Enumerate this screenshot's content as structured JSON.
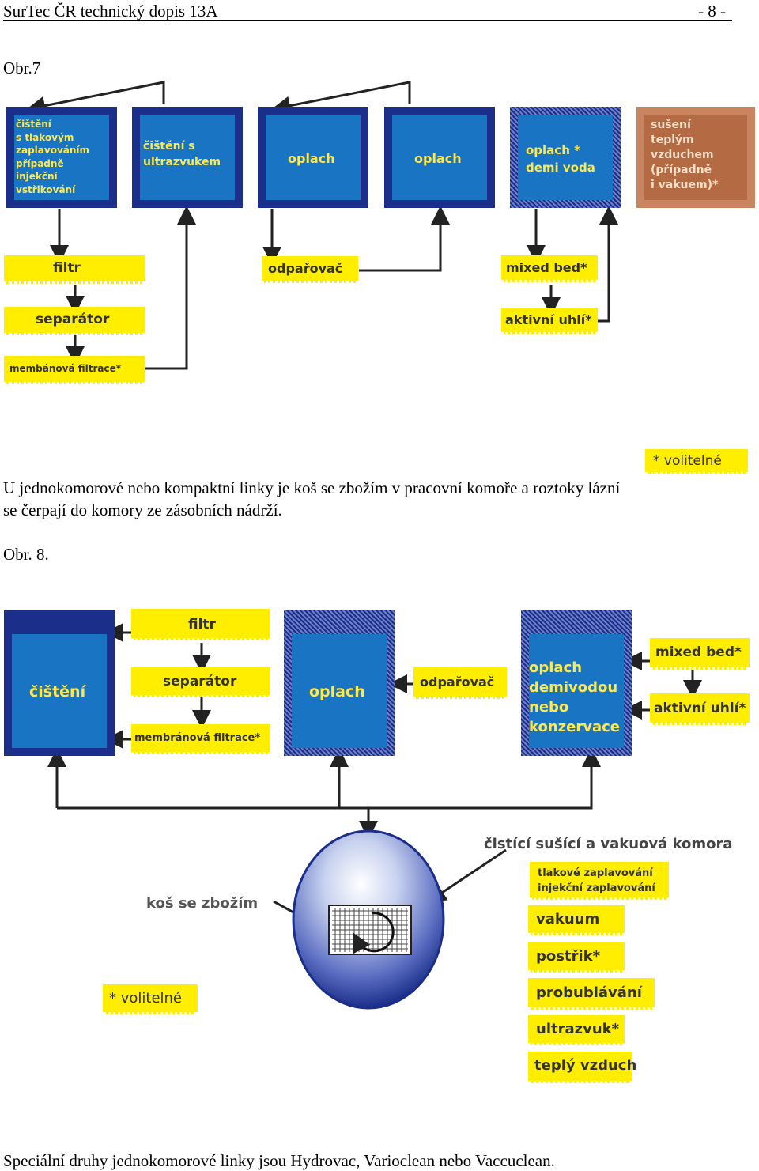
{
  "header": {
    "title": "SurTec ČR  technický dopis 13A",
    "page": "- 8 -"
  },
  "fig7": {
    "label": "Obr.7",
    "tanks": [
      "čištění\ns tlakovým\nzaplavováním\npřípadně\ninjekční\nvstřikování",
      "čištění s\nultrazvukem",
      "oplach",
      "oplach",
      "oplach *\ndemi voda",
      "sušení\nteplým\nvzduchem\n(případně\ni vakuem)*"
    ],
    "units": {
      "filtr": "filtr",
      "separator": "separátor",
      "membrane": "membánová filtrace*",
      "evaporator": "odpařovač",
      "mixed_bed": "mixed bed*",
      "carbon": "aktivní uhlí*"
    },
    "optional_note": "* volitelné"
  },
  "paragraph": {
    "line1": "U jednokomorové nebo kompaktní linky je koš se zbožím v  pracovní komoře a roztoky lázní",
    "line2": "se čerpají do komory ze zásobních nádrží."
  },
  "fig8": {
    "label": "Obr. 8.",
    "tanks": [
      "čištění",
      "oplach",
      "oplach\ndemivodou\nnebo\nkonzervace"
    ],
    "units": {
      "filtr": "filtr",
      "separator": "separátor",
      "membrane": "membránová filtrace*",
      "evaporator": "odpařovač",
      "mixed_bed": "mixed bed*",
      "carbon": "aktivní uhlí*"
    },
    "chamber_title": "čistící sušící a vakuová komora",
    "basket_label": "koš se zbožím",
    "optional_note": "* volitelné",
    "options": [
      "tlakové zaplavování\ninjekční zaplavování",
      "vakuum",
      "postřik*",
      "probublávání",
      "ultrazvuk*",
      "teplý vzduch"
    ]
  },
  "footer": {
    "text": "Speciální druhy jednokomorové linky jsou Hydrovac, Varioclean nebo Vaccuclean."
  }
}
